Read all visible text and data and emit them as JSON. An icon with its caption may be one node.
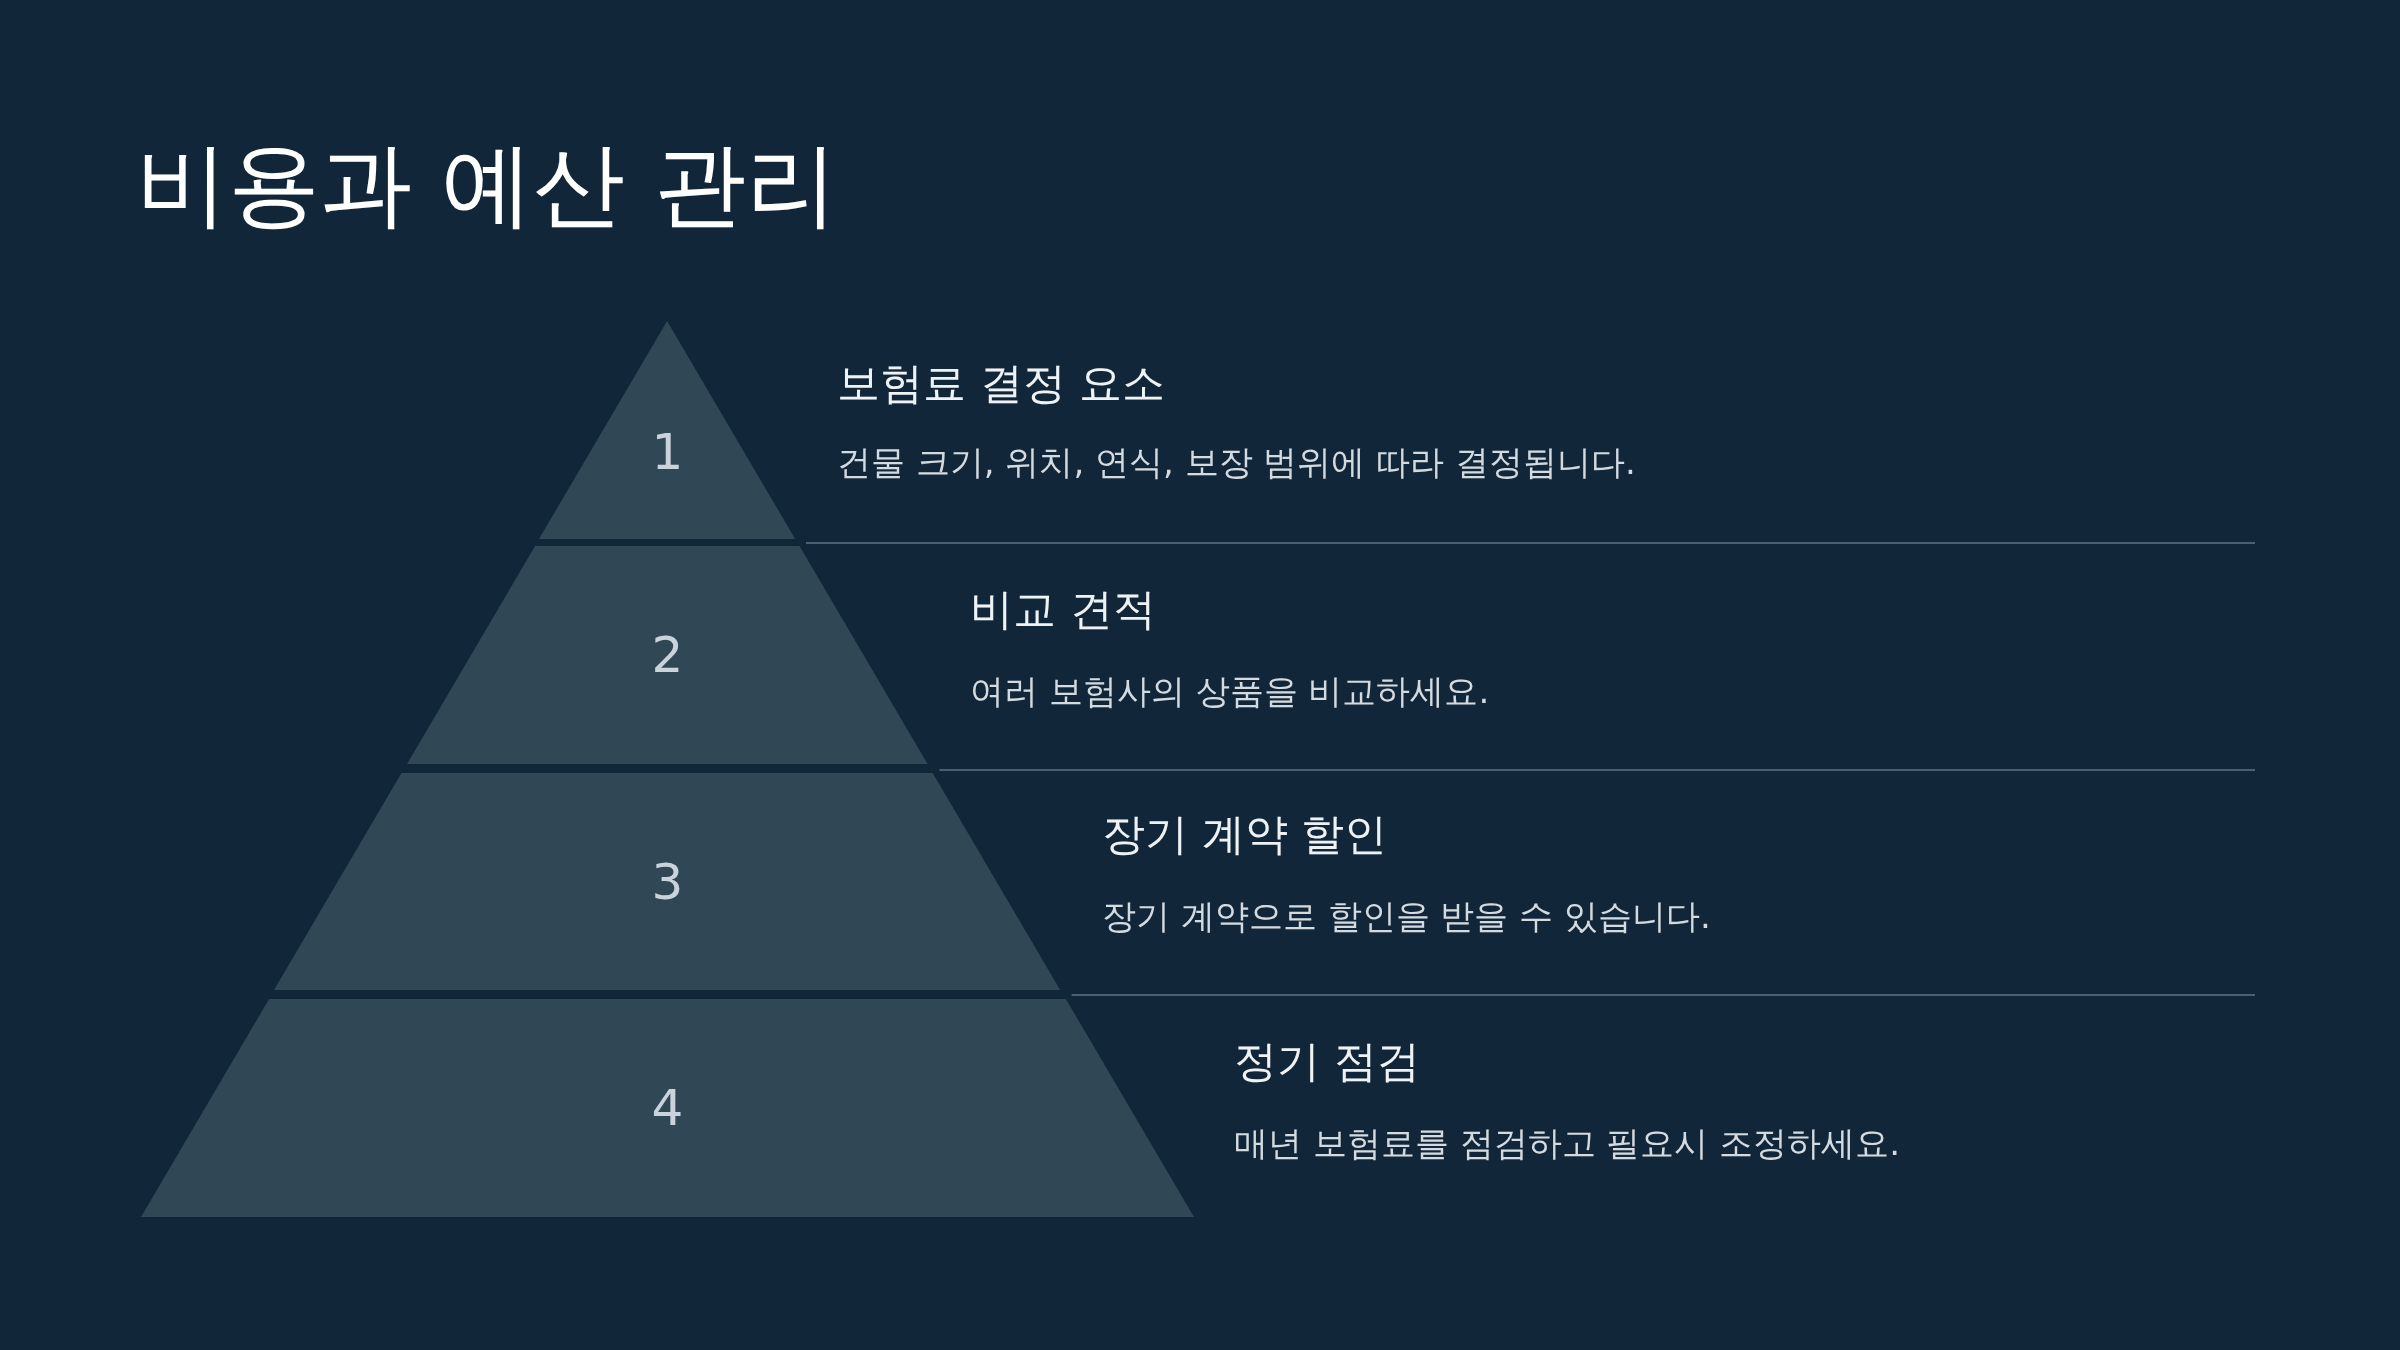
{
  "diagram": {
    "title": "비용과 예산 관리",
    "nodes": [
      {
        "text": [
          "1"
        ],
        "beside": [
          "보험료 결정 요소",
          "건물 크기, 위치, 연식, 보장 범위에 따라 결정됩니다."
        ]
      },
      {
        "text": [
          "2"
        ],
        "beside": [
          "비교 견적",
          "여러 보험사의 상품을 비교하세요."
        ]
      },
      {
        "text": [
          "3"
        ],
        "beside": [
          "장기 계약 할인",
          "장기 계약으로 할인을 받을 수 있습니다."
        ]
      },
      {
        "text": [
          "4"
        ],
        "beside": [
          "정기 점검",
          "매년 보험료를 점검하고 필요시 조정하세요."
        ]
      }
    ]
  }
}
